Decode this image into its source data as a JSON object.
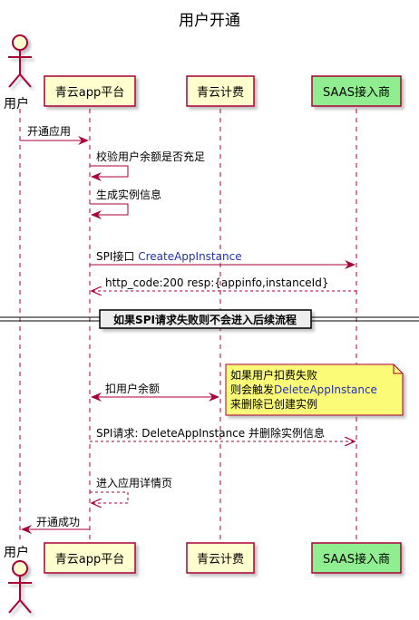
{
  "title": "用户开通",
  "colors": {
    "participant_fill": "#FEFECE",
    "participant_border": "#A80036",
    "saas_fill": "#90EE90",
    "arrow": "#A80036",
    "note_fill": "#FBFB77",
    "link_blue": "#2233aa"
  },
  "participants": {
    "user": "用户",
    "platform": "青云app平台",
    "billing": "青云计费",
    "saas": "SAAS接入商"
  },
  "messages": {
    "m1": "开通应用",
    "m2": "校验用户余额是否充足",
    "m3": "生成实例信息",
    "m4_prefix": "SPI接口 ",
    "m4_link": "CreateAppInstance",
    "m5": "http_code:200 resp:{appinfo,instanceId}",
    "m6": "扣用户余额",
    "m7": "SPI请求: DeleteAppInstance 并删除实例信息",
    "m8": "进入应用详情页",
    "m9": "开通成功"
  },
  "divider": "如果SPI请求失败则不会进入后续流程",
  "note": {
    "line1": "如果用户扣费失败",
    "line2_prefix": "则会触发",
    "line2_link": "DeleteAppInstance",
    "line3": "来删除已创建实例"
  }
}
